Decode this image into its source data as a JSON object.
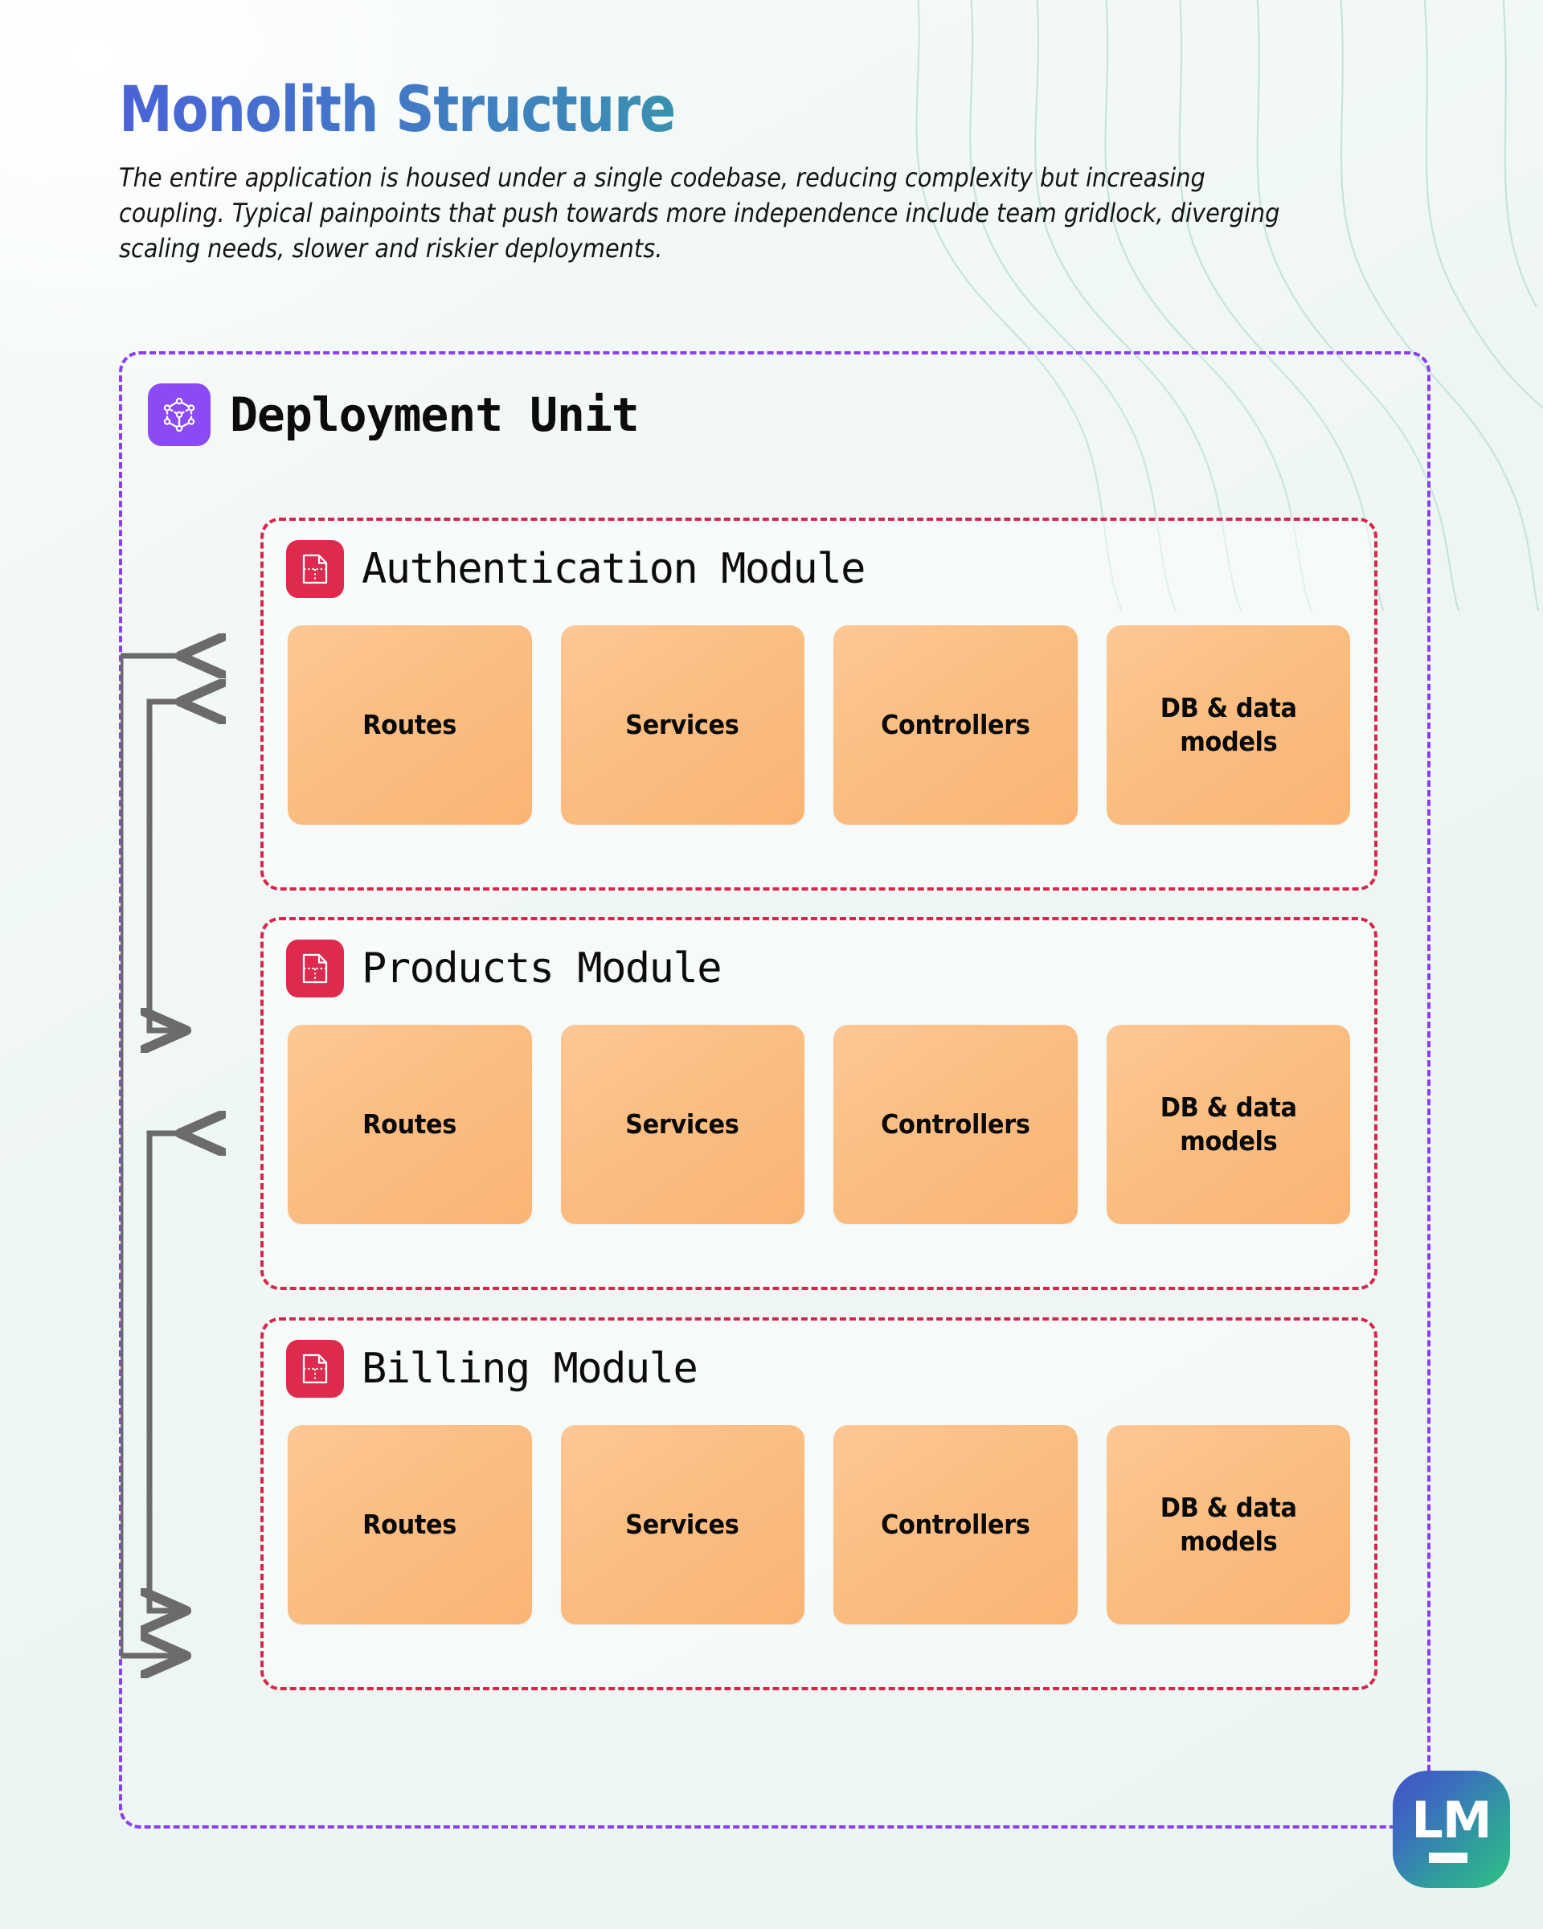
{
  "header": {
    "title": "Monolith Structure",
    "subtitle": "The entire application is housed under a single codebase, reducing complexity but increasing coupling. Typical painpoints that push towards more independence include team gridlock, diverging scaling needs, slower and riskier deployments."
  },
  "deployment_unit": {
    "title": "Deployment Unit",
    "icon": "cube-network-icon",
    "border_color": "#8b3df0",
    "icon_bg": "#8b4af5"
  },
  "modules": [
    {
      "title": "Authentication Module",
      "icon": "module-document-icon",
      "components": [
        {
          "label": "Routes"
        },
        {
          "label": "Services"
        },
        {
          "label": "Controllers"
        },
        {
          "label": "DB & data models"
        }
      ]
    },
    {
      "title": "Products Module",
      "icon": "module-document-icon",
      "components": [
        {
          "label": "Routes"
        },
        {
          "label": "Services"
        },
        {
          "label": "Controllers"
        },
        {
          "label": "DB & data models"
        }
      ]
    },
    {
      "title": "Billing Module",
      "icon": "module-document-icon",
      "components": [
        {
          "label": "Routes"
        },
        {
          "label": "Services"
        },
        {
          "label": "Controllers"
        },
        {
          "label": "DB & data models"
        }
      ]
    }
  ],
  "module_style": {
    "border_color": "#d6274b",
    "icon_bg": "#dd2a4e",
    "component_color": "#fbbe83"
  },
  "connectors": {
    "color": "#6b6b6b",
    "count": 4,
    "description": "Nested coupling arrows pointing into each module"
  },
  "logo": {
    "text": "LM",
    "gradient_from": "#4352c9",
    "gradient_to": "#2fc084"
  }
}
